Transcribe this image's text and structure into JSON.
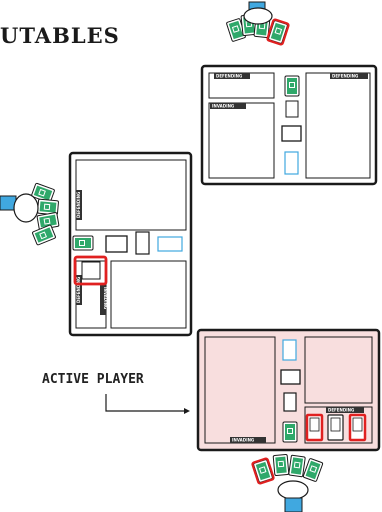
{
  "title": "UTABLES",
  "active_player_label": "ACTIVE PLAYER",
  "zone_labels": {
    "top_left": "DEFENDING",
    "top_mid": "INVADING",
    "top_right": "DEFENDING",
    "left_top": "DEFENDING",
    "left_bot_a": "DEFENDING",
    "left_bot_b": "INVADING",
    "active_def": "DEFENDING",
    "active_inv": "INVADING"
  },
  "colors": {
    "highlight": "#e02020",
    "card_green": "#2fa86a",
    "active_fill": "#f8dede",
    "sleeve_blue": "#40a8e0",
    "board_border": "#1a1a1a"
  }
}
